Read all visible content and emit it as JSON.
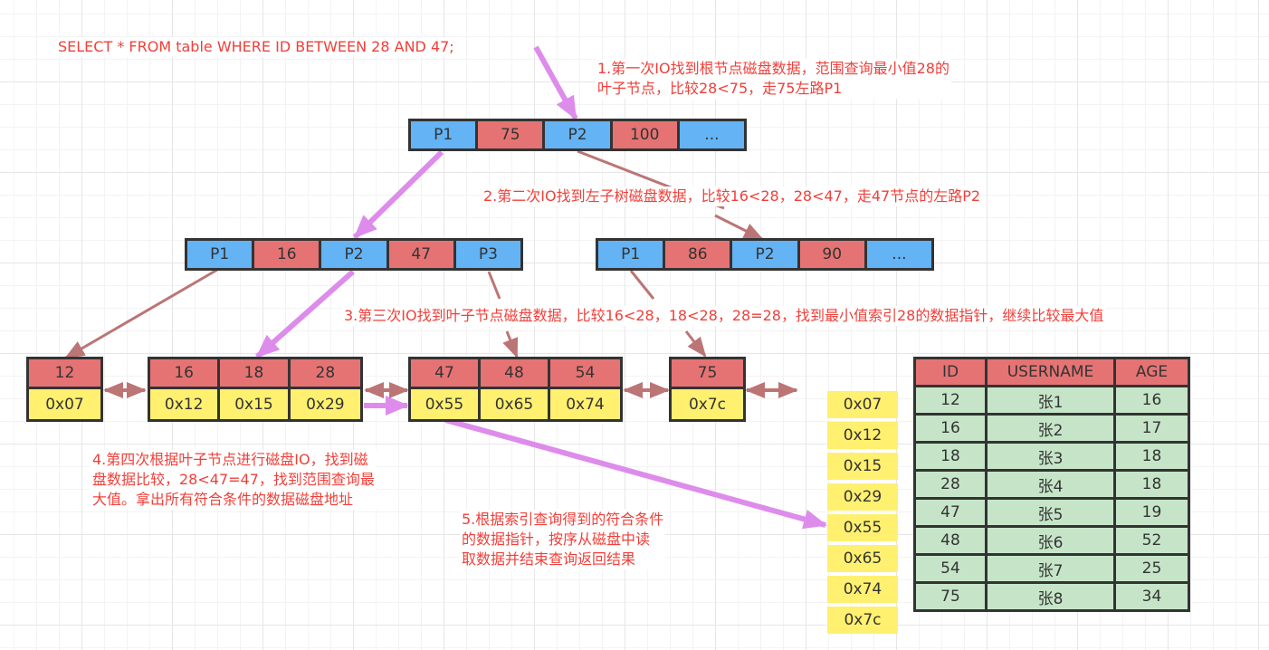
{
  "query": "SELECT * FROM table WHERE ID BETWEEN 28 AND 47;",
  "notes": {
    "step1": [
      "1.第一次IO找到根节点磁盘数据，范围查询最小值28的",
      "叶子节点，比较28<75，走75左路P1"
    ],
    "step2": "2.第二次IO找到左子树磁盘数据，比较16<28，28<47，走47节点的左路P2",
    "step3": "3.第三次IO找到叶子节点磁盘数据，比较16<28，18<28，28=28，找到最小值索引28的数据指针，继续比较最大值",
    "step4": [
      "4.第四次根据叶子节点进行磁盘IO，找到磁",
      "盘数据比较，28<47=47，找到范围查询最",
      "大值。拿出所有符合条件的数据磁盘地址"
    ],
    "step5": [
      "5.根据索引查询得到的符合条件",
      "的数据指针，按序从磁盘中读",
      "取数据并结束查询返回结果"
    ]
  },
  "root_node": {
    "cells": [
      {
        "type": "ptr",
        "label": "P1"
      },
      {
        "type": "key",
        "label": "75"
      },
      {
        "type": "ptr",
        "label": "P2"
      },
      {
        "type": "key",
        "label": "100"
      },
      {
        "type": "ptr",
        "label": "..."
      }
    ]
  },
  "internal_left": {
    "cells": [
      {
        "type": "ptr",
        "label": "P1"
      },
      {
        "type": "key",
        "label": "16"
      },
      {
        "type": "ptr",
        "label": "P2"
      },
      {
        "type": "key",
        "label": "47"
      },
      {
        "type": "ptr",
        "label": "P3"
      }
    ]
  },
  "internal_right": {
    "cells": [
      {
        "type": "ptr",
        "label": "P1"
      },
      {
        "type": "key",
        "label": "86"
      },
      {
        "type": "ptr",
        "label": "P2"
      },
      {
        "type": "key",
        "label": "90"
      },
      {
        "type": "ptr",
        "label": "..."
      }
    ]
  },
  "leaves": [
    {
      "keys": [
        "12"
      ],
      "addrs": [
        "0x07"
      ]
    },
    {
      "keys": [
        "16",
        "18",
        "28"
      ],
      "addrs": [
        "0x12",
        "0x15",
        "0x29"
      ]
    },
    {
      "keys": [
        "47",
        "48",
        "54"
      ],
      "addrs": [
        "0x55",
        "0x65",
        "0x74"
      ]
    },
    {
      "keys": [
        "75"
      ],
      "addrs": [
        "0x7c"
      ]
    }
  ],
  "addresses": [
    "0x07",
    "0x12",
    "0x15",
    "0x29",
    "0x55",
    "0x65",
    "0x74",
    "0x7c"
  ],
  "table": {
    "headers": [
      "ID",
      "USERNAME",
      "AGE"
    ],
    "rows": [
      [
        "12",
        "张1",
        "16"
      ],
      [
        "16",
        "张2",
        "17"
      ],
      [
        "18",
        "张3",
        "18"
      ],
      [
        "28",
        "张4",
        "18"
      ],
      [
        "47",
        "张5",
        "19"
      ],
      [
        "48",
        "张6",
        "52"
      ],
      [
        "54",
        "张7",
        "25"
      ],
      [
        "75",
        "张8",
        "34"
      ]
    ]
  },
  "colors": {
    "pointer": "#63b3f5",
    "key": "#e67373",
    "address": "#fff070",
    "row": "#c6e5c8",
    "note_text": "#f0403a",
    "search_path_arrow": "#dd8ceb",
    "other_arrow": "#bb7575"
  }
}
